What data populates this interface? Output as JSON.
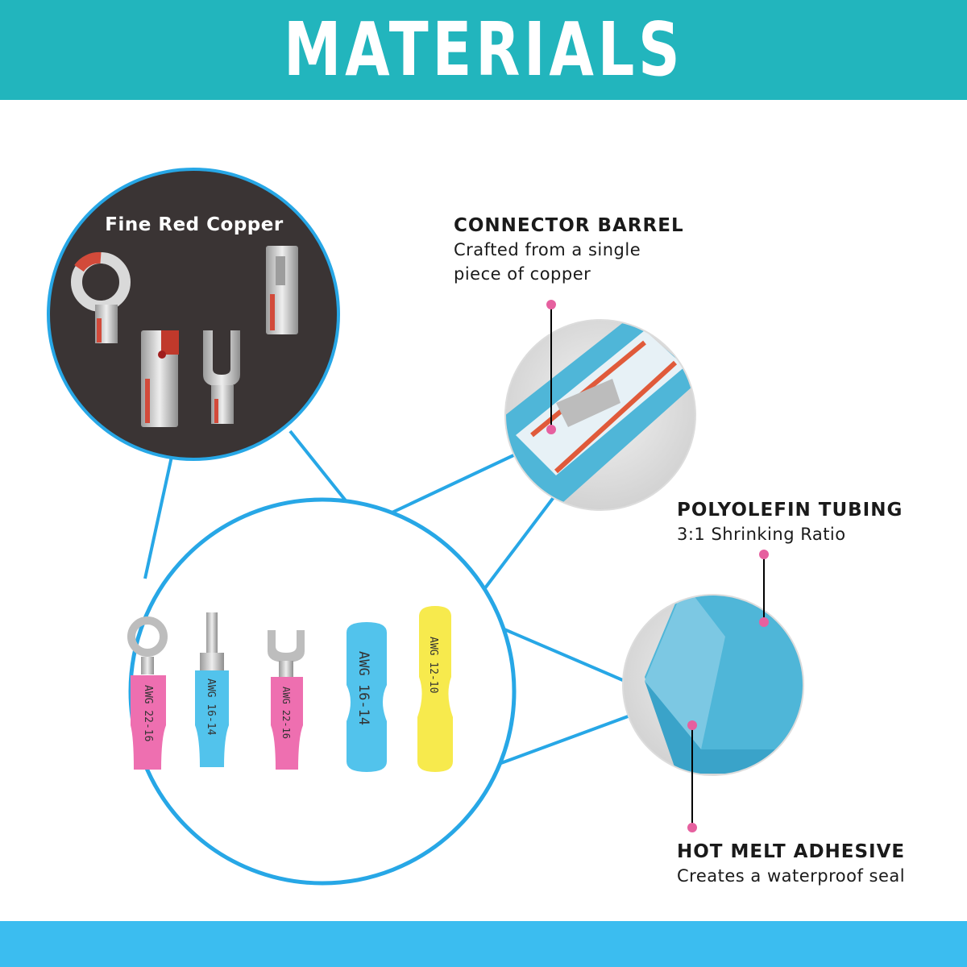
{
  "header": {
    "title": "MATERIALS",
    "color": "#22b5bd"
  },
  "footer": {
    "color": "#3bbdf0"
  },
  "copper": {
    "label": "Fine Red Copper"
  },
  "callouts": {
    "barrel": {
      "title": "CONNECTOR BARREL",
      "desc_line1": "Crafted from a single",
      "desc_line2": "piece of copper"
    },
    "tubing": {
      "title": "POLYOLEFIN TUBING",
      "desc": "3:1 Shrinking Ratio"
    },
    "adhesive": {
      "title": "HOT MELT ADHESIVE",
      "desc": "Creates a waterproof seal"
    }
  },
  "terminals": [
    {
      "type": "ring",
      "label": "AWG 22-16",
      "color": "#ee6fb0"
    },
    {
      "type": "spade",
      "label": "AWG 16-14",
      "color": "#52c3ec"
    },
    {
      "type": "fork",
      "label": "AWG 22-16",
      "color": "#ee6fb0"
    },
    {
      "type": "butt",
      "label": "AWG 16-14",
      "color": "#52c3ec"
    },
    {
      "type": "butt",
      "label": "AWG 12-10",
      "color": "#f7ea4d"
    }
  ],
  "colors": {
    "line": "#27a7e6",
    "dot": "#e6609f",
    "dark_circle": "#3a3434"
  }
}
